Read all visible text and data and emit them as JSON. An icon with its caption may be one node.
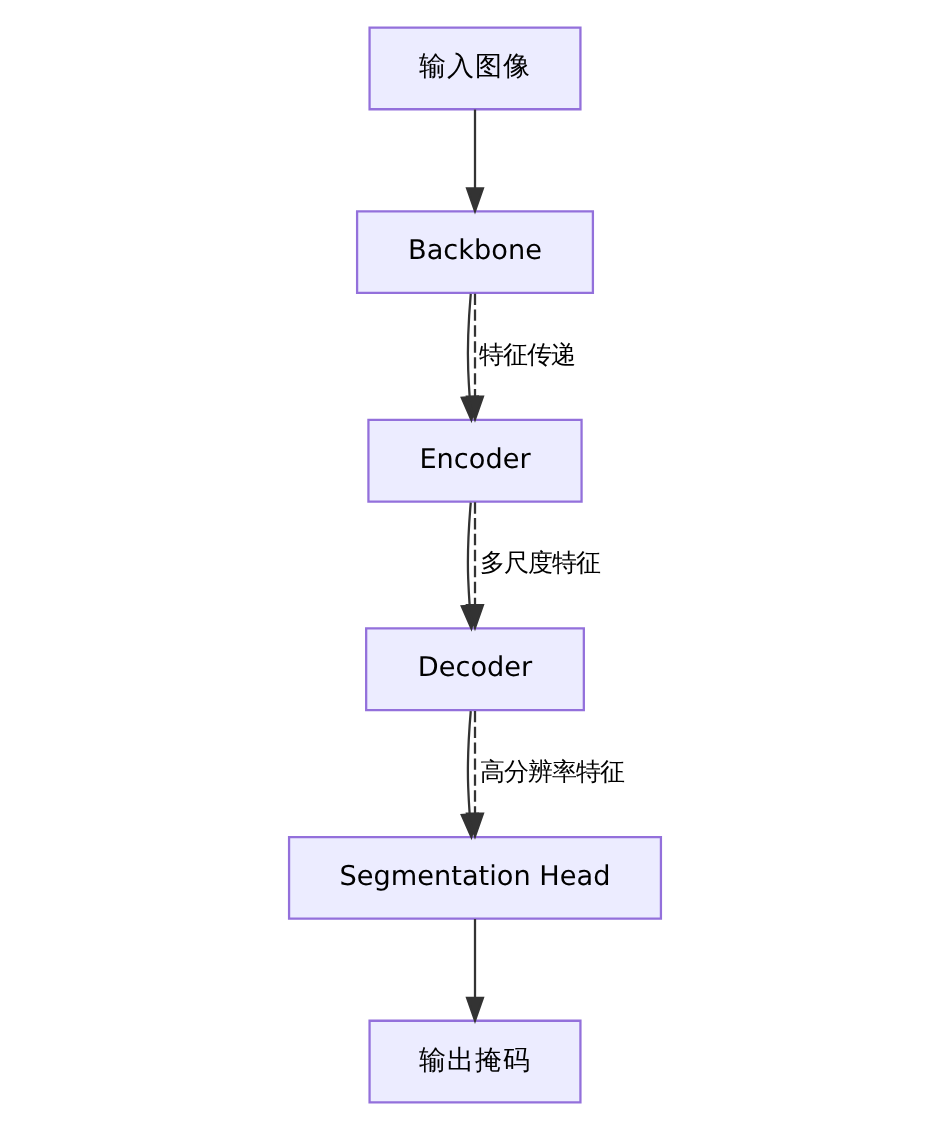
{
  "diagram": {
    "nodes": [
      {
        "text": [
          "输入图像"
        ]
      },
      {
        "text": [
          "Backbone"
        ]
      },
      {
        "text": [
          "Encoder"
        ]
      },
      {
        "text": [
          "Decoder"
        ]
      },
      {
        "text": [
          "Segmentation Head"
        ]
      },
      {
        "text": [
          "输出掩码"
        ]
      }
    ],
    "edges": [
      {
        "from": 0,
        "to": 1,
        "arrow": "to"
      },
      {
        "from": 1,
        "to": 2,
        "arrow": "to"
      },
      {
        "from": 1,
        "to": 2,
        "arrow": "to",
        "style": "dashed",
        "label": "特征传递"
      },
      {
        "from": 2,
        "to": 3,
        "arrow": "to"
      },
      {
        "from": 2,
        "to": 3,
        "arrow": "to",
        "style": "dashed",
        "label": "多尺度特征"
      },
      {
        "from": 3,
        "to": 4,
        "arrow": "to"
      },
      {
        "from": 3,
        "to": 4,
        "arrow": "to",
        "style": "dashed",
        "label": "高分辨率特征"
      },
      {
        "from": 4,
        "to": 5,
        "arrow": "to"
      }
    ]
  }
}
